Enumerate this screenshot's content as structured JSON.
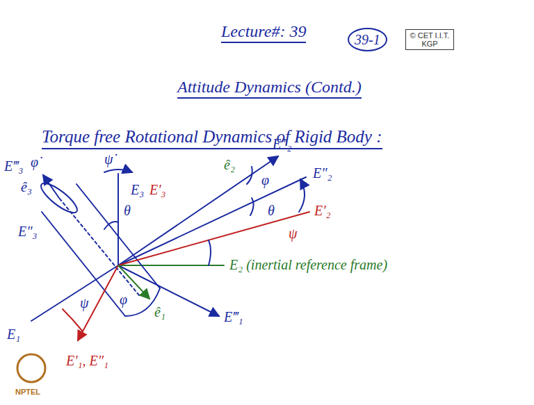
{
  "diagram": {
    "title": "Lecture#: 39",
    "labels": [
      "39-1",
      "© CET I.I.T. KGP",
      "Attitude Dynamics (Contd.)",
      "Torque free Rotational Dynamics of Rigid Body :",
      "E‴₃",
      "φ̇",
      "ê₃",
      "ψ̇",
      "E₃",
      "E′₃",
      "E″₃",
      "θ",
      "ê₂",
      "E‴₂",
      "φ",
      "E″₂",
      "θ",
      "E′₂",
      "ψ",
      "E₂ (inertial reference frame)",
      "ψ",
      "φ",
      "ê₁",
      "E‴₁",
      "E₁",
      "E′₁, E″₁",
      "NPTEL"
    ]
  }
}
